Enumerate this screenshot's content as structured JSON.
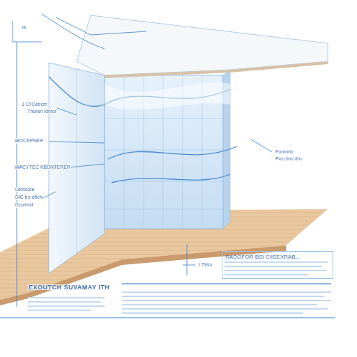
{
  "diagram": {
    "nodes": [
      {
        "text": [
          "RAOOFOR BSI CIISEXRAB..."
        ]
      }
    ],
    "labels": [
      "I9",
      "1 CI'Cetrcm",
      "Thoren Idmor",
      "WOCSPSER",
      "WACYTEC KBDNTERER",
      "Cemcore",
      "OIC tro dfich",
      "Ocumnd",
      "Fonmrlo",
      "Pro.clno dro",
      "I f'Sso",
      "EXOUTCH SUVAMAY ITH"
    ]
  }
}
